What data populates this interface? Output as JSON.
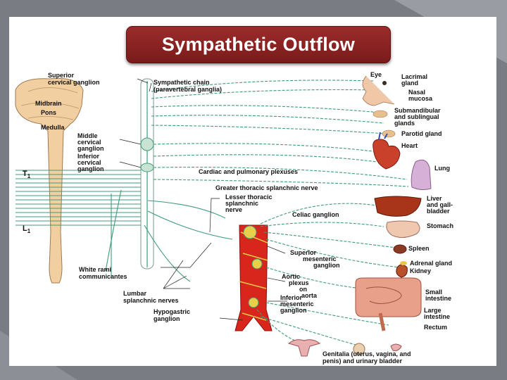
{
  "title": "Sympathetic Outflow",
  "labels": {
    "superior_cervical_ganglion": [
      "Superior",
      "cervical ganglion"
    ],
    "sympathetic_chain": [
      "Sympathetic chain",
      "(paravertebral ganglia)"
    ],
    "midbrain": "Midbrain",
    "pons": "Pons",
    "medulla": "Medulla",
    "middle_cervical_ganglion": [
      "Middle",
      "cervical",
      "ganglion"
    ],
    "inferior_cervical_ganglion": [
      "Inferior",
      "cervical",
      "ganglion"
    ],
    "t1": "T",
    "t1_sub": "1",
    "l1": "L",
    "l1_sub": "1",
    "cardiac_plexuses": "Cardiac and pulmonary plexuses",
    "greater_splanchnic": "Greater thoracic splanchnic nerve",
    "lesser_splanchnic": [
      "Lesser thoracic",
      "splanchnic",
      "nerve"
    ],
    "celiac_ganglion": "Celiac ganglion",
    "superior_mesenteric": [
      "Superior",
      "mesenteric",
      "ganglion"
    ],
    "aortic_plexus": [
      "Aortic",
      "plexus",
      "on",
      "aorta"
    ],
    "inferior_mesenteric": [
      "Inferior",
      "mesenteric",
      "ganglion"
    ],
    "white_rami": [
      "White rami",
      "communicantes"
    ],
    "lumbar_splanchnic": [
      "Lumbar",
      "splanchnic nerves"
    ],
    "hypogastric": [
      "Hypogastric",
      "ganglion"
    ],
    "eye": "Eye",
    "lacrimal": [
      "Lacrimal",
      "gland"
    ],
    "nasal": [
      "Nasal",
      "mucosa"
    ],
    "submandibular": [
      "Submandibular",
      "and sublingual",
      "glands"
    ],
    "parotid": "Parotid gland",
    "heart": "Heart",
    "lung": "Lung",
    "liver": [
      "Liver",
      "and gall-",
      "bladder"
    ],
    "stomach": "Stomach",
    "spleen": "Spleen",
    "adrenal": "Adrenal gland",
    "kidney": "Kidney",
    "small_intestine": [
      "Small",
      "intestine"
    ],
    "large_intestine": [
      "Large",
      "intestine"
    ],
    "rectum": "Rectum",
    "genitalia": [
      "Genitalia (uterus, vagina, and",
      "penis) and urinary bladder"
    ]
  },
  "colors": {
    "title_bg": "#8b2323",
    "nerve": "#3f9b79",
    "aorta": "#d8261c",
    "organ_red": "#c9412a",
    "brain": "#f2cfa0"
  }
}
